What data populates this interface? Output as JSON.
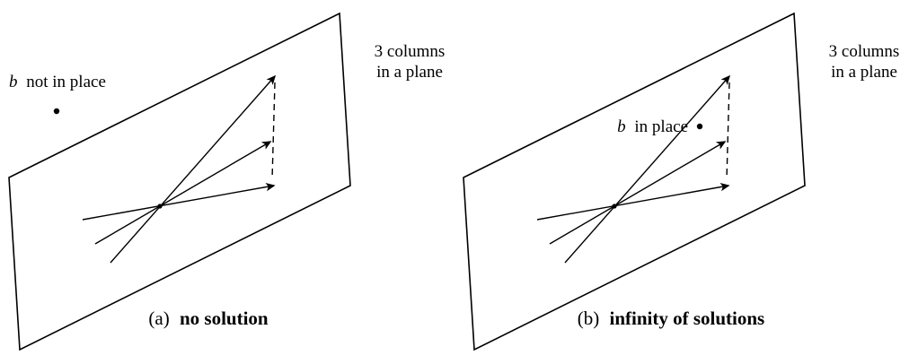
{
  "colors": {
    "ink": "#000000",
    "background": "#ffffff"
  },
  "figure": {
    "left": {
      "b_var": "b",
      "b_rest": "not in place",
      "plane_label_line1": "3 columns",
      "plane_label_line2": "in a plane",
      "caption_prefix": "(a)",
      "caption_bold": "no solution"
    },
    "right": {
      "b_var": "b",
      "b_rest": "in place",
      "plane_label_line1": "3 columns",
      "plane_label_line2": "in a plane",
      "caption_prefix": "(b)",
      "caption_bold": "infinity of solutions"
    }
  }
}
